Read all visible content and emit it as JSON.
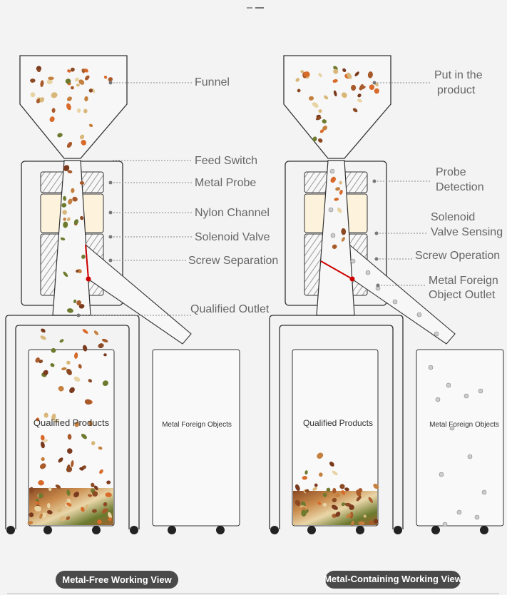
{
  "left_view": {
    "labels": {
      "funnel": "Funnel",
      "feed_switch": "Feed Switch",
      "metal_probe": "Metal Probe",
      "nylon_channel": "Nylon Channel",
      "solenoid_valve": "Solenoid Valve",
      "screw_separation": "Screw Separation",
      "qualified_outlet": "Qualified Outlet"
    },
    "bin_qualified": "Qualified Products",
    "bin_metal": "Metal Foreign Objects",
    "caption": "Metal-Free Working View"
  },
  "right_view": {
    "labels": {
      "put_in_1": "Put in the",
      "put_in_2": "product",
      "probe_1": "Probe",
      "probe_2": "Detection",
      "solenoid_1": "Solenoid",
      "solenoid_2": "Valve Sensing",
      "screw_operation": "Screw Operation",
      "outlet_1": "Metal Foreign",
      "outlet_2": "Object Outlet"
    },
    "bin_qualified": "Qualified Products",
    "bin_metal": "Metal Foreign Objects",
    "caption": "Metal-Containing Working View"
  },
  "colors": {
    "outline": "#333333",
    "cream": "#fdf3dc",
    "hatch": "#888888",
    "valve": "#cc0000",
    "pill": "#4a4a4a"
  }
}
